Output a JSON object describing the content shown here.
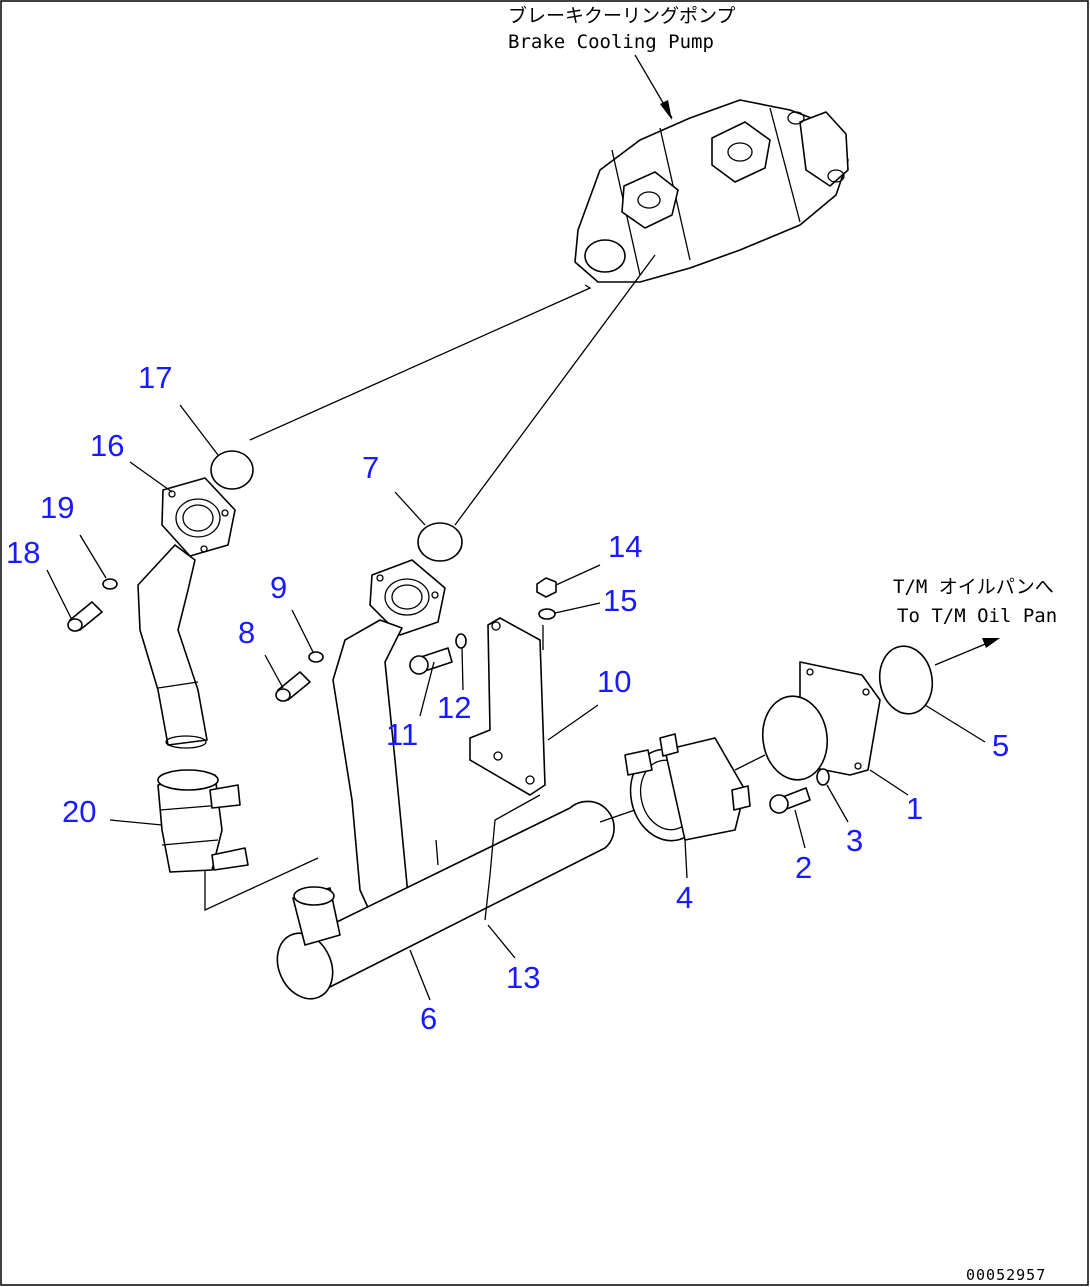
{
  "notes": {
    "pump_jp": "ブレーキクーリングポンプ",
    "pump_en": "Brake Cooling Pump",
    "pan_jp": "T/M オイルパンへ",
    "pan_en": "To T/M Oil Pan"
  },
  "doc_id": "00052957",
  "callouts": {
    "c1": "1",
    "c2": "2",
    "c3": "3",
    "c4": "4",
    "c5": "5",
    "c6": "6",
    "c7": "7",
    "c8": "8",
    "c9": "9",
    "c10": "10",
    "c11": "11",
    "c12": "12",
    "c13": "13",
    "c14": "14",
    "c15": "15",
    "c16": "16",
    "c17": "17",
    "c18": "18",
    "c19": "19",
    "c20": "20"
  },
  "colors": {
    "callout": "#1a1aff",
    "line": "#000000"
  }
}
